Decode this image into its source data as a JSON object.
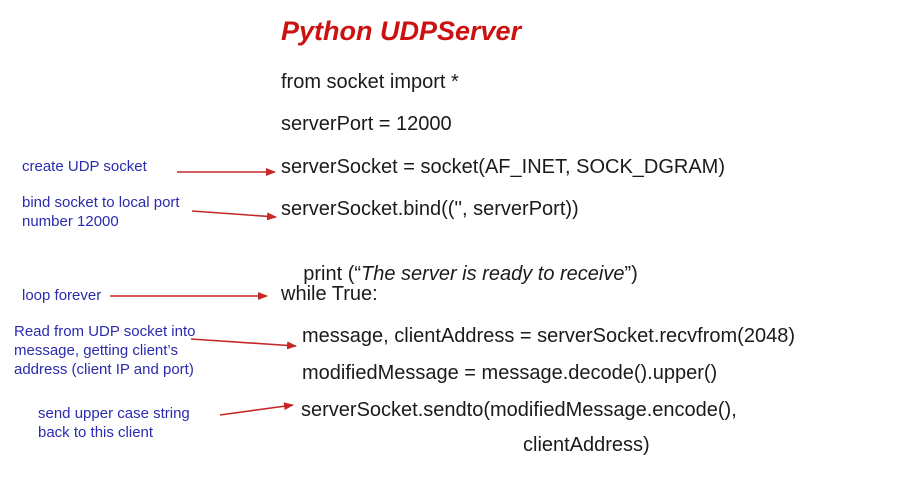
{
  "slide": {
    "title": "Python UDPServer",
    "colors": {
      "background": "#ffffff",
      "title_red": "#cc1111",
      "code_black": "#1b1b1b",
      "annotation_blue": "#2b2bb0",
      "arrow_red": "#c62828"
    },
    "code": {
      "import_line": "from socket import *",
      "port_line": "serverPort = 12000",
      "socket_line": "serverSocket = socket(AF_INET, SOCK_DGRAM)",
      "bind_line": "serverSocket.bind(('', serverPort))",
      "print_line": {
        "prefix": "print (“",
        "quoted_text": "The server is ready to receive",
        "suffix": "”)"
      },
      "while_line": "while True:",
      "recv_line": "message, clientAddress = serverSocket.recvfrom(2048)",
      "decode_line": "modifiedMessage = message.decode().upper()",
      "sendto_line": "serverSocket.sendto(modifiedMessage.encode(),",
      "sendto_cont_line": "clientAddress)"
    },
    "annotations": {
      "create_socket": "create UDP socket",
      "bind_socket": "bind socket to local port\nnumber 12000",
      "loop_forever": "loop forever",
      "read_socket": "Read from UDP socket into\nmessage, getting client’s\naddress (client IP and port)",
      "send_back": "send upper case string\nback to this client"
    }
  }
}
